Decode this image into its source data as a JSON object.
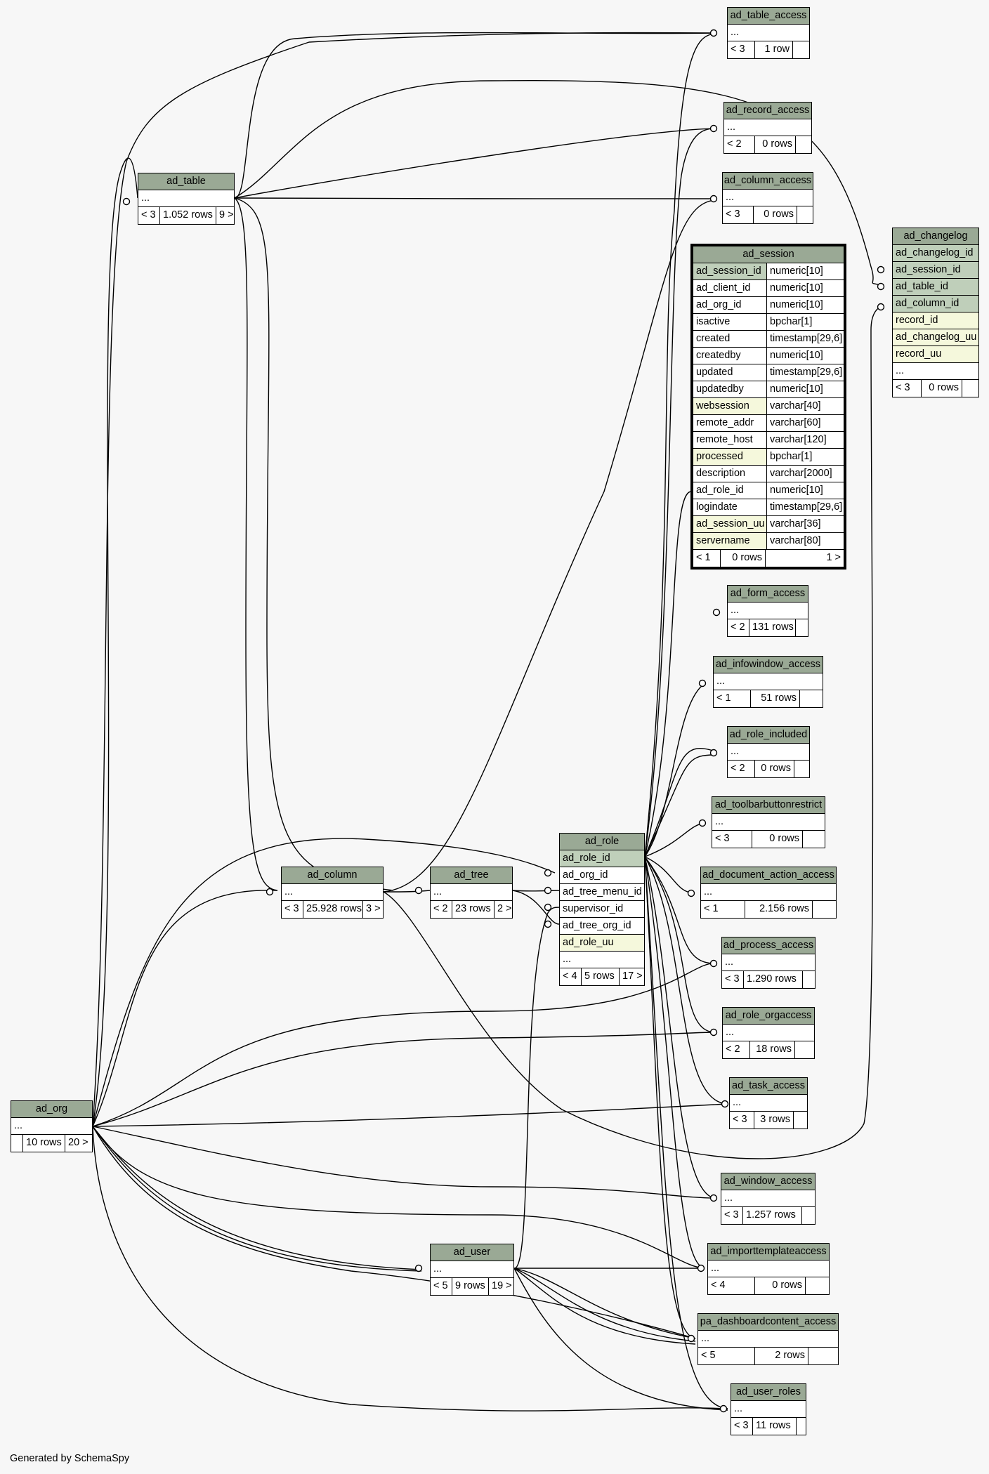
{
  "footer": "Generated by SchemaSpy",
  "colors": {
    "background": "#f7f7f7",
    "header": "#9aa995",
    "primary_key": "#bfcfba",
    "indexed": "#f5f8dc"
  },
  "tables": {
    "ad_table_access": {
      "name": "ad_table_access",
      "cols": [
        "..."
      ],
      "stats": [
        "< 3",
        "1 row",
        ""
      ]
    },
    "ad_record_access": {
      "name": "ad_record_access",
      "cols": [
        "..."
      ],
      "stats": [
        "< 2",
        "0 rows",
        ""
      ]
    },
    "ad_column_access": {
      "name": "ad_column_access",
      "cols": [
        "..."
      ],
      "stats": [
        "< 3",
        "0 rows",
        ""
      ]
    },
    "ad_table": {
      "name": "ad_table",
      "cols": [
        "..."
      ],
      "stats": [
        "< 3",
        "1.052 rows",
        "9 >"
      ]
    },
    "ad_changelog": {
      "name": "ad_changelog",
      "cols": [
        "ad_changelog_id",
        "ad_session_id",
        "ad_table_id",
        "ad_column_id",
        "record_id",
        "ad_changelog_uu",
        "record_uu",
        "..."
      ],
      "stats": [
        "< 3",
        "0 rows",
        ""
      ]
    },
    "ad_session": {
      "name": "ad_session",
      "cols": [
        [
          "ad_session_id",
          "numeric[10]"
        ],
        [
          "ad_client_id",
          "numeric[10]"
        ],
        [
          "ad_org_id",
          "numeric[10]"
        ],
        [
          "isactive",
          "bpchar[1]"
        ],
        [
          "created",
          "timestamp[29,6]"
        ],
        [
          "createdby",
          "numeric[10]"
        ],
        [
          "updated",
          "timestamp[29,6]"
        ],
        [
          "updatedby",
          "numeric[10]"
        ],
        [
          "websession",
          "varchar[40]"
        ],
        [
          "remote_addr",
          "varchar[60]"
        ],
        [
          "remote_host",
          "varchar[120]"
        ],
        [
          "processed",
          "bpchar[1]"
        ],
        [
          "description",
          "varchar[2000]"
        ],
        [
          "ad_role_id",
          "numeric[10]"
        ],
        [
          "logindate",
          "timestamp[29,6]"
        ],
        [
          "ad_session_uu",
          "varchar[36]"
        ],
        [
          "servername",
          "varchar[80]"
        ]
      ],
      "stats": [
        "< 1",
        "0 rows",
        "1 >"
      ]
    },
    "ad_form_access": {
      "name": "ad_form_access",
      "cols": [
        "..."
      ],
      "stats": [
        "< 2",
        "131 rows",
        ""
      ]
    },
    "ad_infowindow_access": {
      "name": "ad_infowindow_access",
      "cols": [
        "..."
      ],
      "stats": [
        "< 1",
        "51 rows",
        ""
      ]
    },
    "ad_role_included": {
      "name": "ad_role_included",
      "cols": [
        "..."
      ],
      "stats": [
        "< 2",
        "0 rows",
        ""
      ]
    },
    "ad_toolbarbuttonrestrict": {
      "name": "ad_toolbarbuttonrestrict",
      "cols": [
        "..."
      ],
      "stats": [
        "< 3",
        "0 rows",
        ""
      ]
    },
    "ad_role": {
      "name": "ad_role",
      "cols": [
        "ad_role_id",
        "ad_org_id",
        "ad_tree_menu_id",
        "supervisor_id",
        "ad_tree_org_id",
        "ad_role_uu",
        "..."
      ],
      "stats": [
        "< 4",
        "5 rows",
        "17 >"
      ]
    },
    "ad_column": {
      "name": "ad_column",
      "cols": [
        "..."
      ],
      "stats": [
        "< 3",
        "25.928 rows",
        "3 >"
      ]
    },
    "ad_tree": {
      "name": "ad_tree",
      "cols": [
        "..."
      ],
      "stats": [
        "< 2",
        "23 rows",
        "2 >"
      ]
    },
    "ad_document_action_access": {
      "name": "ad_document_action_access",
      "cols": [
        "..."
      ],
      "stats": [
        "< 1",
        "2.156 rows",
        ""
      ]
    },
    "ad_process_access": {
      "name": "ad_process_access",
      "cols": [
        "..."
      ],
      "stats": [
        "< 3",
        "1.290 rows",
        ""
      ]
    },
    "ad_role_orgaccess": {
      "name": "ad_role_orgaccess",
      "cols": [
        "..."
      ],
      "stats": [
        "< 2",
        "18 rows",
        ""
      ]
    },
    "ad_task_access": {
      "name": "ad_task_access",
      "cols": [
        "..."
      ],
      "stats": [
        "< 3",
        "3 rows",
        ""
      ]
    },
    "ad_org": {
      "name": "ad_org",
      "cols": [
        "..."
      ],
      "stats": [
        "",
        "10 rows",
        "20 >"
      ]
    },
    "ad_window_access": {
      "name": "ad_window_access",
      "cols": [
        "..."
      ],
      "stats": [
        "< 3",
        "1.257 rows",
        ""
      ]
    },
    "ad_user": {
      "name": "ad_user",
      "cols": [
        "..."
      ],
      "stats": [
        "< 5",
        "9 rows",
        "19 >"
      ]
    },
    "ad_importtemplateaccess": {
      "name": "ad_importtemplateaccess",
      "cols": [
        "..."
      ],
      "stats": [
        "< 4",
        "0 rows",
        ""
      ]
    },
    "pa_dashboardcontent_access": {
      "name": "pa_dashboardcontent_access",
      "cols": [
        "..."
      ],
      "stats": [
        "< 5",
        "2 rows",
        ""
      ]
    },
    "ad_user_roles": {
      "name": "ad_user_roles",
      "cols": [
        "..."
      ],
      "stats": [
        "< 3",
        "11 rows",
        ""
      ]
    }
  }
}
